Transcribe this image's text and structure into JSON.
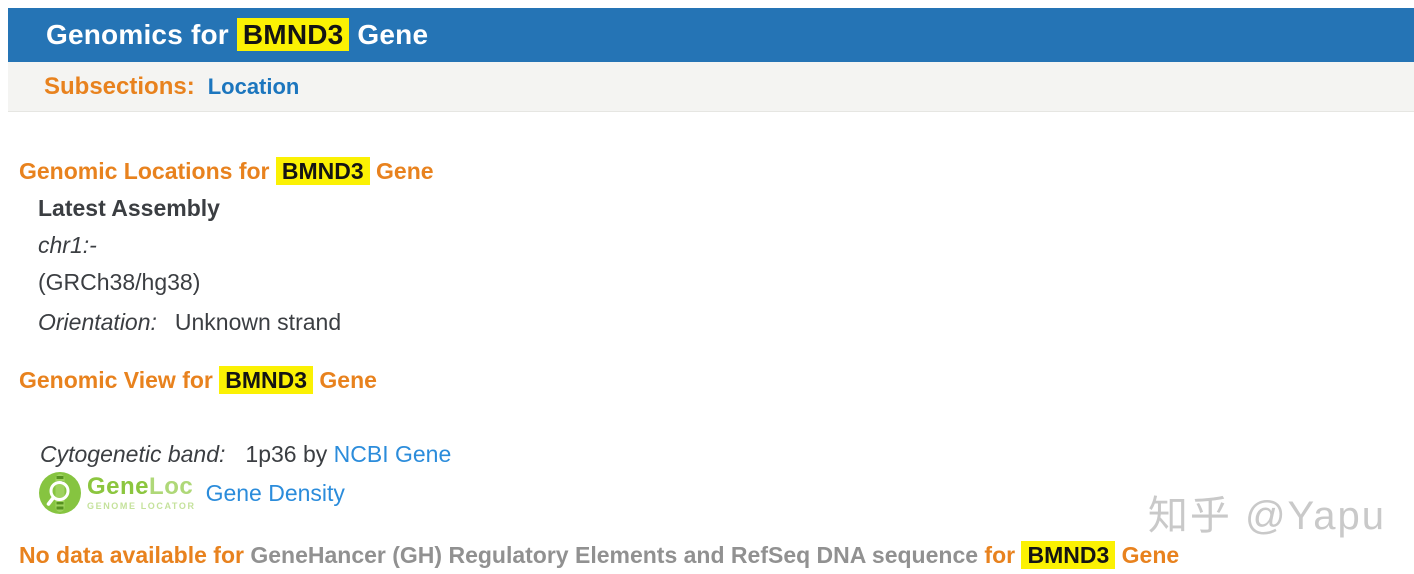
{
  "colors": {
    "header_blue": "#2574B5",
    "subsections_bg": "#F4F4F2",
    "accent_orange": "#E8821E",
    "highlight_yellow": "#FBF103",
    "link_blue_bold": "#1C76BE",
    "link_blue": "#2B8CDB",
    "body_text": "#3B3E42",
    "muted_gray": "#919191",
    "geneloc_green": "#8CC63F"
  },
  "header": {
    "title_prefix": "Genomics for",
    "gene": "BMND3",
    "title_suffix": "Gene"
  },
  "subsections": {
    "label": "Subsections:",
    "links": [
      {
        "label": "Location"
      }
    ]
  },
  "location_section": {
    "heading_prefix": "Genomic Locations for",
    "heading_gene": "BMND3",
    "heading_suffix": "Gene",
    "assembly": {
      "title": "Latest Assembly",
      "coordinates": "chr1:-",
      "build": "(GRCh38/hg38)",
      "orientation_label": "Orientation:",
      "orientation_value": "Unknown strand"
    }
  },
  "view_section": {
    "heading_prefix": "Genomic View for",
    "heading_gene": "BMND3",
    "heading_suffix": "Gene",
    "cytogenetic": {
      "label": "Cytogenetic band:",
      "value": "1p36",
      "connector": "by",
      "link": "NCBI Gene"
    },
    "geneloc": {
      "wordmark_bold": "Gene",
      "wordmark_light": "Loc",
      "tagline": "GENOME LOCATOR",
      "link": "Gene Density"
    }
  },
  "no_data": {
    "prefix": "No data available for",
    "items": "GeneHancer (GH) Regulatory Elements and RefSeq DNA sequence",
    "connector": "for",
    "gene": "BMND3",
    "suffix": "Gene"
  },
  "watermark": "知乎 @Yapu"
}
